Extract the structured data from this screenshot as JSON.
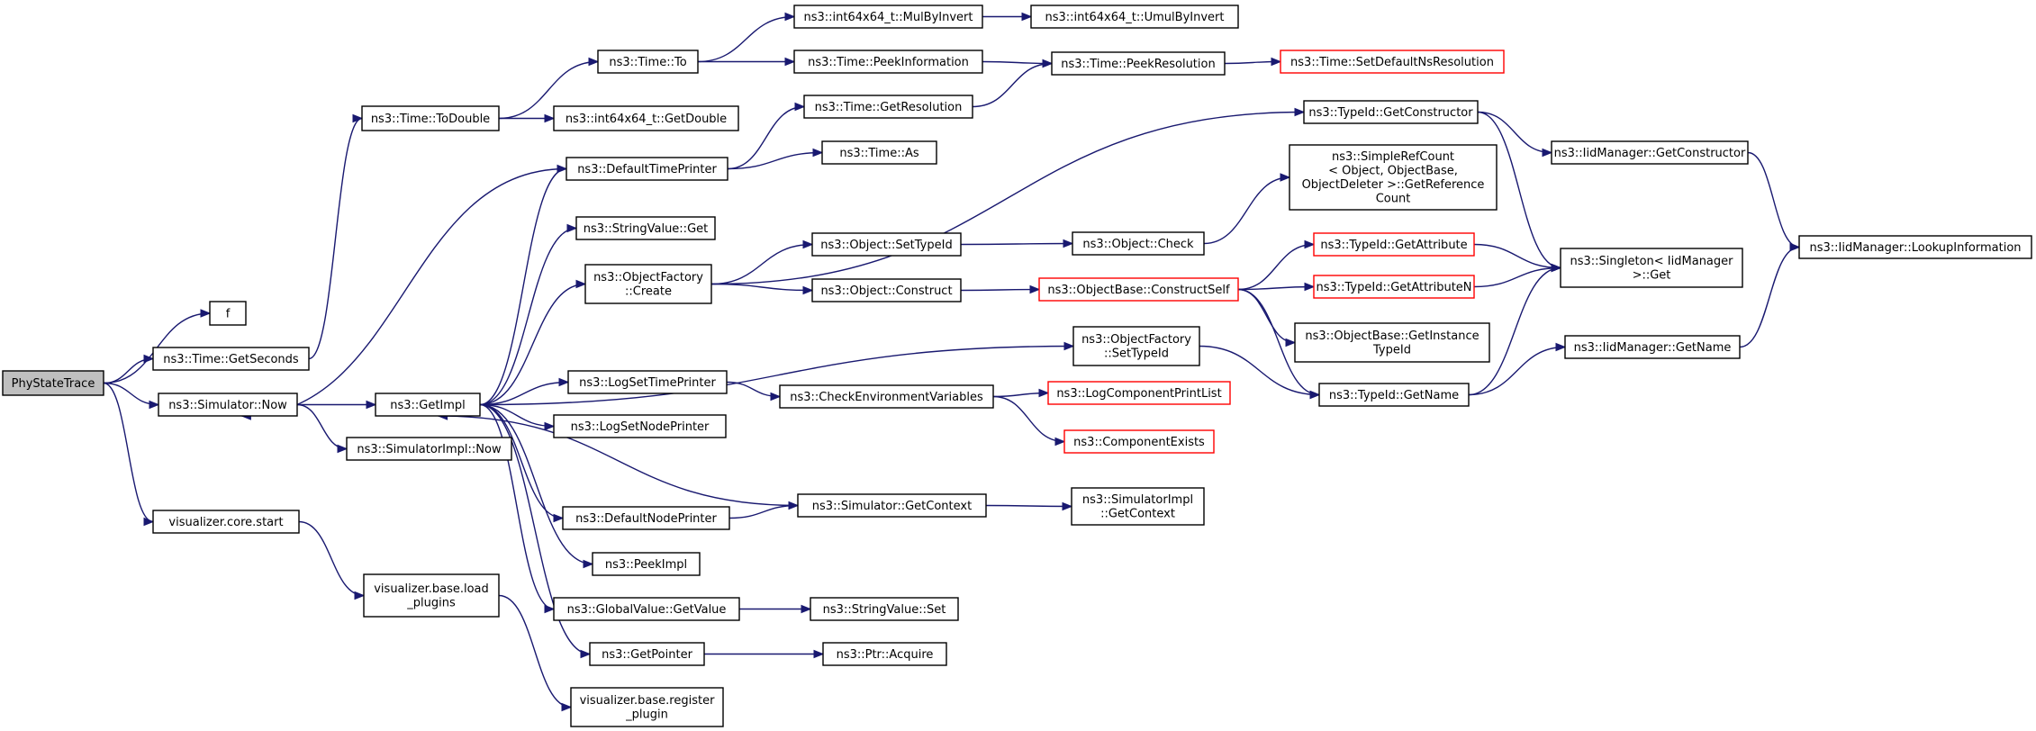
{
  "graph": {
    "title": "PhyStateTrace call graph",
    "colors": {
      "edge": "#191970",
      "node_border": "#000000",
      "truncated_border": "#ff0000",
      "root_fill": "#bfbfbf"
    },
    "nodes": [
      {
        "id": "root",
        "lines": [
          "PhyStateTrace"
        ],
        "root": true
      },
      {
        "id": "f",
        "lines": [
          "f"
        ]
      },
      {
        "id": "getseconds",
        "lines": [
          "ns3::Time::GetSeconds"
        ]
      },
      {
        "id": "simnow",
        "lines": [
          "ns3::Simulator::Now"
        ]
      },
      {
        "id": "vizstart",
        "lines": [
          "visualizer.core.start"
        ]
      },
      {
        "id": "todouble",
        "lines": [
          "ns3::Time::ToDouble"
        ]
      },
      {
        "id": "timeto",
        "lines": [
          "ns3::Time::To"
        ]
      },
      {
        "id": "i64getdouble",
        "lines": [
          "ns3::int64x64_t::GetDouble"
        ]
      },
      {
        "id": "mulbyinvert",
        "lines": [
          "ns3::int64x64_t::MulByInvert"
        ]
      },
      {
        "id": "umulbyinvert",
        "lines": [
          "ns3::int64x64_t::UmulByInvert"
        ]
      },
      {
        "id": "peekinfo",
        "lines": [
          "ns3::Time::PeekInformation"
        ]
      },
      {
        "id": "peekres",
        "lines": [
          "ns3::Time::PeekResolution"
        ]
      },
      {
        "id": "setdefns",
        "lines": [
          "ns3::Time::SetDefaultNsResolution"
        ],
        "red": true
      },
      {
        "id": "getres",
        "lines": [
          "ns3::Time::GetResolution"
        ]
      },
      {
        "id": "deftimeprinter",
        "lines": [
          "ns3::DefaultTimePrinter"
        ]
      },
      {
        "id": "timeas",
        "lines": [
          "ns3::Time::As"
        ]
      },
      {
        "id": "strget",
        "lines": [
          "ns3::StringValue::Get"
        ]
      },
      {
        "id": "objfactcreate",
        "lines": [
          "ns3::ObjectFactory",
          "::Create"
        ]
      },
      {
        "id": "objsettypeid",
        "lines": [
          "ns3::Object::SetTypeId"
        ]
      },
      {
        "id": "objcheck",
        "lines": [
          "ns3::Object::Check"
        ]
      },
      {
        "id": "objconstruct",
        "lines": [
          "ns3::Object::Construct"
        ]
      },
      {
        "id": "constructself",
        "lines": [
          "ns3::ObjectBase::ConstructSelf"
        ],
        "red": true
      },
      {
        "id": "getimpl",
        "lines": [
          "ns3::GetImpl"
        ]
      },
      {
        "id": "simimplnow",
        "lines": [
          "ns3::SimulatorImpl::Now"
        ]
      },
      {
        "id": "logsettime",
        "lines": [
          "ns3::LogSetTimePrinter"
        ]
      },
      {
        "id": "logsetnode",
        "lines": [
          "ns3::LogSetNodePrinter"
        ]
      },
      {
        "id": "checkenv",
        "lines": [
          "ns3::CheckEnvironmentVariables"
        ]
      },
      {
        "id": "logcomplist",
        "lines": [
          "ns3::LogComponentPrintList"
        ],
        "red": true
      },
      {
        "id": "compexists",
        "lines": [
          "ns3::ComponentExists"
        ],
        "red": true
      },
      {
        "id": "defnodeprinter",
        "lines": [
          "ns3::DefaultNodePrinter"
        ]
      },
      {
        "id": "simgetctx",
        "lines": [
          "ns3::Simulator::GetContext"
        ]
      },
      {
        "id": "simimplgetctx",
        "lines": [
          "ns3::SimulatorImpl",
          "::GetContext"
        ]
      },
      {
        "id": "peekimpl",
        "lines": [
          "ns3::PeekImpl"
        ]
      },
      {
        "id": "gvgetvalue",
        "lines": [
          "ns3::GlobalValue::GetValue"
        ]
      },
      {
        "id": "strset",
        "lines": [
          "ns3::StringValue::Set"
        ]
      },
      {
        "id": "getpointer",
        "lines": [
          "ns3::GetPointer"
        ]
      },
      {
        "id": "ptracquire",
        "lines": [
          "ns3::Ptr::Acquire"
        ]
      },
      {
        "id": "vizload",
        "lines": [
          "visualizer.base.load",
          "_plugins"
        ]
      },
      {
        "id": "vizreg",
        "lines": [
          "visualizer.base.register",
          "_plugin"
        ]
      },
      {
        "id": "objfactsettypeid",
        "lines": [
          "ns3::ObjectFactory",
          "::SetTypeId"
        ]
      },
      {
        "id": "typeidgetname",
        "lines": [
          "ns3::TypeId::GetName"
        ]
      },
      {
        "id": "simplerefcount",
        "lines": [
          "ns3::SimpleRefCount",
          "< Object, ObjectBase,",
          "ObjectDeleter >::GetReference",
          "Count"
        ]
      },
      {
        "id": "typeidgetattr",
        "lines": [
          "ns3::TypeId::GetAttribute"
        ],
        "red": true
      },
      {
        "id": "typeidgetattrn",
        "lines": [
          "ns3::TypeId::GetAttributeN"
        ],
        "red": true
      },
      {
        "id": "objbasegetinst",
        "lines": [
          "ns3::ObjectBase::GetInstance",
          "TypeId"
        ]
      },
      {
        "id": "typeidgetctor",
        "lines": [
          "ns3::TypeId::GetConstructor"
        ]
      },
      {
        "id": "iidgetctor",
        "lines": [
          "ns3::IidManager::GetConstructor"
        ]
      },
      {
        "id": "singletonget",
        "lines": [
          "ns3::Singleton< IidManager",
          "&gt;::Get"
        ]
      },
      {
        "id": "iidgetname",
        "lines": [
          "ns3::IidManager::GetName"
        ]
      },
      {
        "id": "iidlookup",
        "lines": [
          "ns3::IidManager::LookupInformation"
        ]
      }
    ],
    "edges": [
      [
        "root",
        "f"
      ],
      [
        "root",
        "getseconds"
      ],
      [
        "root",
        "simnow"
      ],
      [
        "root",
        "vizstart"
      ],
      [
        "getseconds",
        "todouble"
      ],
      [
        "todouble",
        "timeto"
      ],
      [
        "todouble",
        "i64getdouble"
      ],
      [
        "timeto",
        "mulbyinvert"
      ],
      [
        "timeto",
        "peekinfo"
      ],
      [
        "mulbyinvert",
        "umulbyinvert"
      ],
      [
        "peekinfo",
        "peekres"
      ],
      [
        "peekres",
        "setdefns"
      ],
      [
        "getres",
        "peekres"
      ],
      [
        "simnow",
        "getimpl"
      ],
      [
        "simnow",
        "simimplnow"
      ],
      [
        "getimpl",
        "deftimeprinter"
      ],
      [
        "getimpl",
        "strget"
      ],
      [
        "getimpl",
        "objfactcreate"
      ],
      [
        "getimpl",
        "objfactsettypeid"
      ],
      [
        "getimpl",
        "logsettime"
      ],
      [
        "getimpl",
        "logsetnode"
      ],
      [
        "getimpl",
        "defnodeprinter"
      ],
      [
        "getimpl",
        "peekimpl"
      ],
      [
        "getimpl",
        "gvgetvalue"
      ],
      [
        "getimpl",
        "getpointer"
      ],
      [
        "deftimeprinter",
        "simnow"
      ],
      [
        "deftimeprinter",
        "getres"
      ],
      [
        "deftimeprinter",
        "timeas"
      ],
      [
        "objfactcreate",
        "typeidgetctor"
      ],
      [
        "objfactcreate",
        "objsettypeid"
      ],
      [
        "objfactcreate",
        "objconstruct"
      ],
      [
        "objsettypeid",
        "objcheck"
      ],
      [
        "objcheck",
        "simplerefcount"
      ],
      [
        "objconstruct",
        "constructself"
      ],
      [
        "constructself",
        "typeidgetattr"
      ],
      [
        "constructself",
        "typeidgetattrn"
      ],
      [
        "constructself",
        "objbasegetinst"
      ],
      [
        "constructself",
        "typeidgetname"
      ],
      [
        "typeidgetattr",
        "singletonget"
      ],
      [
        "typeidgetattrn",
        "singletonget"
      ],
      [
        "typeidgetctor",
        "iidgetctor"
      ],
      [
        "typeidgetctor",
        "singletonget"
      ],
      [
        "iidgetctor",
        "iidlookup"
      ],
      [
        "objfactsettypeid",
        "typeidgetname"
      ],
      [
        "typeidgetname",
        "singletonget"
      ],
      [
        "typeidgetname",
        "iidgetname"
      ],
      [
        "iidgetname",
        "iidlookup"
      ],
      [
        "logsettime",
        "checkenv"
      ],
      [
        "checkenv",
        "logcomplist"
      ],
      [
        "checkenv",
        "compexists"
      ],
      [
        "defnodeprinter",
        "simgetctx"
      ],
      [
        "simgetctx",
        "getimpl"
      ],
      [
        "simgetctx",
        "simimplgetctx"
      ],
      [
        "gvgetvalue",
        "strset"
      ],
      [
        "getpointer",
        "ptracquire"
      ],
      [
        "vizstart",
        "vizload"
      ],
      [
        "vizload",
        "vizreg"
      ]
    ]
  }
}
